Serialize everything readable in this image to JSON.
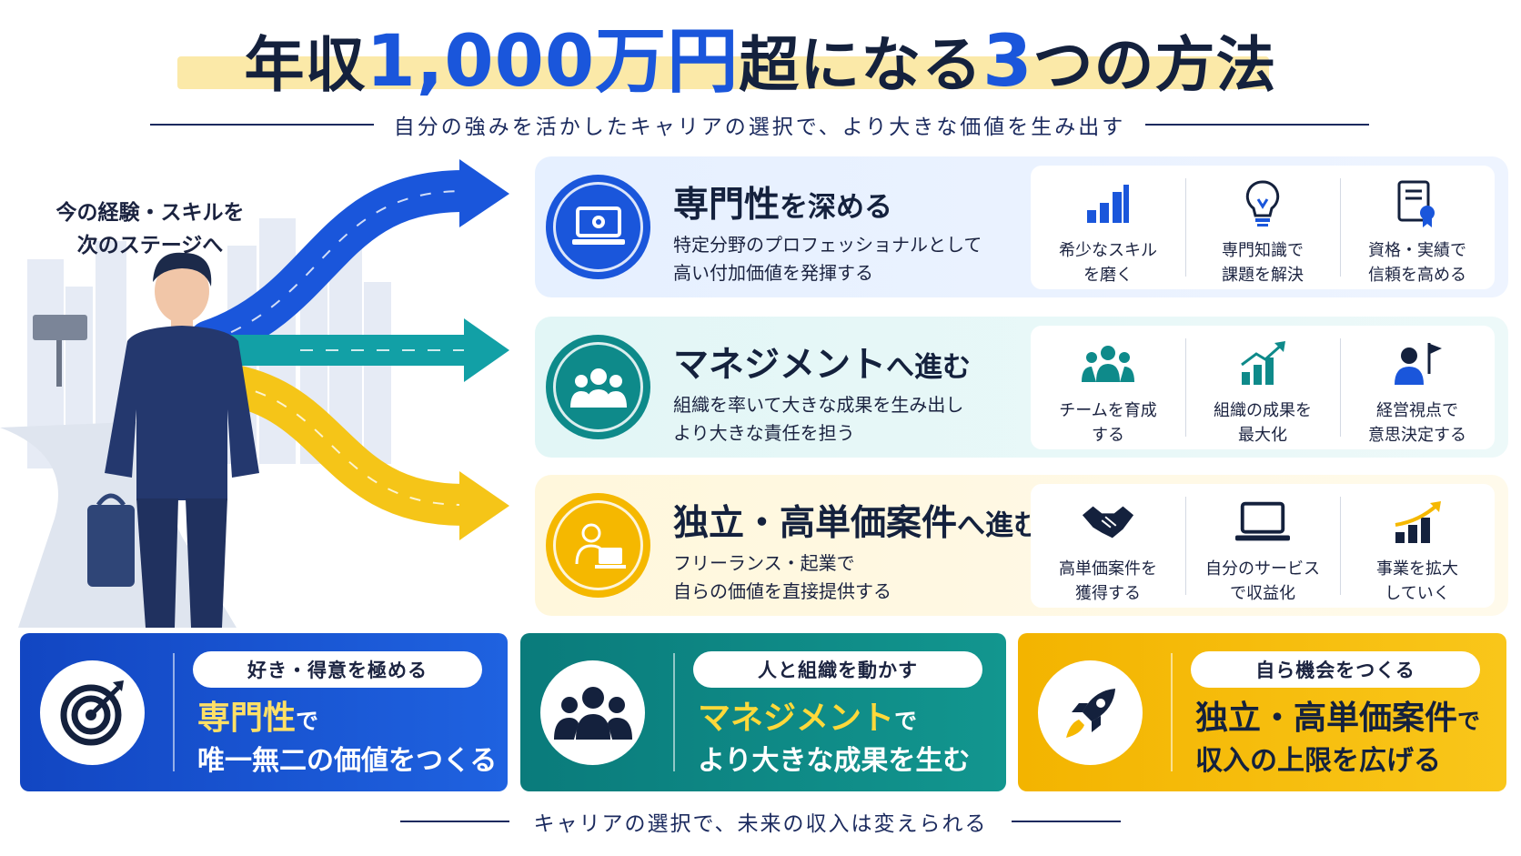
{
  "title": {
    "part1": "年収",
    "part2": "1,000万円",
    "part3": "超になる",
    "part4": "3",
    "part5": "つの方法"
  },
  "subtitle": "自分の強みを活かしたキャリアの選択で、より大きな価値を生み出す",
  "left_caption": {
    "line1": "今の経験・スキルを",
    "line2": "次のステージへ"
  },
  "paths": [
    {
      "title_a": "専門性",
      "title_b": "を深める",
      "desc1": "特定分野のプロフェッショナルとして",
      "desc2": "高い付加価値を発揮する",
      "features": [
        {
          "icon": "bar-chart-icon",
          "label": "希少なスキル\nを磨く"
        },
        {
          "icon": "lightbulb-icon",
          "label": "専門知識で\n課題を解決"
        },
        {
          "icon": "certificate-icon",
          "label": "資格・実績で\n信頼を高める"
        }
      ]
    },
    {
      "title_a": "マネジメント",
      "title_b": "へ進む",
      "desc1": "組織を率いて大きな成果を生み出し",
      "desc2": "より大きな責任を担う",
      "features": [
        {
          "icon": "team-icon",
          "label": "チームを育成\nする"
        },
        {
          "icon": "growth-chart-icon",
          "label": "組織の成果を\n最大化"
        },
        {
          "icon": "leader-flag-icon",
          "label": "経営視点で\n意思決定する"
        }
      ]
    },
    {
      "title_a": "独立・高単価案件",
      "title_b": "へ進む",
      "desc1": "フリーランス・起業で",
      "desc2": "自らの価値を直接提供する",
      "features": [
        {
          "icon": "handshake-icon",
          "label": "高単価案件を\n獲得する"
        },
        {
          "icon": "laptop-icon",
          "label": "自分のサービス\nで収益化"
        },
        {
          "icon": "expand-chart-icon",
          "label": "事業を拡大\nしていく"
        }
      ]
    }
  ],
  "summaries": [
    {
      "pill": "好き・得意を極める",
      "hl": "専門性",
      "sm": "で",
      "line2": "唯一無二の価値をつくる"
    },
    {
      "pill": "人と組織を動かす",
      "hl": "マネジメント",
      "sm": "で",
      "line2": "より大きな成果を生む"
    },
    {
      "pill": "自ら機会をつくる",
      "hl": "独立・高単価案件",
      "sm": "で",
      "line2": "収入の上限を広げる"
    }
  ],
  "footer": "キャリアの選択で、未来の収入は変えられる",
  "colors": {
    "blue": "#1a56db",
    "teal": "#0e8a8a",
    "yellow": "#f5b800",
    "navy": "#14213d"
  }
}
